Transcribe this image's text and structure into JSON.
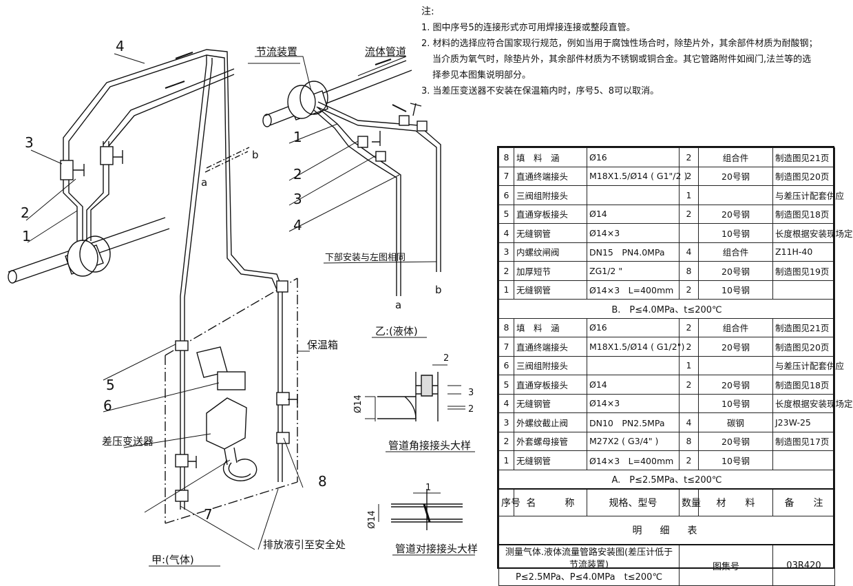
{
  "notes": {
    "title": "注:",
    "items": [
      "1. 图中序号5的连接形式亦可用焊接连接或整段直管。",
      "2. 材料的选择应符合国家现行规范，例如当用于腐蚀性场合时，除垫片外，其余部件材质为耐酸钢；",
      "当介质为氧气时，除垫片外，其余部件材质为不锈钢或铜合金。其它管路附件如阀门,法兰等的选",
      "择参见本图集说明部分。",
      "3. 当差压变送器不安装在保温箱内时，序号5、8可以取消。"
    ]
  },
  "diagram_labels": {
    "throttle_device": "节流装置",
    "fluid_pipe": "流体管道",
    "lower_install": "下部安装与左图相同",
    "liquid_caption": "乙:(液体)",
    "gas_caption": "甲:(气体)",
    "insulation_box": "保温箱",
    "dp_transmitter": "差压变送器",
    "drain_note": "排放液引至安全处",
    "corner_joint_title": "管道角接接头大样",
    "butt_joint_title": "管道对接接头大样",
    "a": "a",
    "b": "b",
    "dia14": "Ø14",
    "dim2": "2",
    "dim3": "3",
    "dim1": "1",
    "n1": "1",
    "n2": "2",
    "n3": "3",
    "n4": "4",
    "n5": "5",
    "n6": "6",
    "n7": "7",
    "n8": "8"
  },
  "bom": {
    "sectionB": [
      {
        "no": "8",
        "name": "填　料　涵",
        "spec": "Ø16",
        "qty": "2",
        "mat": "组合件",
        "note": "制造图见21页"
      },
      {
        "no": "7",
        "name": "直通终端接头",
        "spec": "M18X1.5/Ø14 ( G1\"/2 )",
        "qty": "2",
        "mat": "20号钢",
        "note": "制造图见20页"
      },
      {
        "no": "6",
        "name": "三阀组附接头",
        "spec": "",
        "qty": "1",
        "mat": "",
        "note": "与差压计配套供应"
      },
      {
        "no": "5",
        "name": "直通穿板接头",
        "spec": "Ø14",
        "qty": "2",
        "mat": "20号钢",
        "note": "制造图见18页"
      },
      {
        "no": "4",
        "name": "无缝钢管",
        "spec": "Ø14×3",
        "qty": "",
        "mat": "10号钢",
        "note": "长度根据安装现场定"
      },
      {
        "no": "3",
        "name": "内螺纹闸阀",
        "spec": "DN15　PN4.0MPa",
        "qty": "4",
        "mat": "组合件",
        "note": "Z11H-40"
      },
      {
        "no": "2",
        "name": "加厚短节",
        "spec": "ZG1/2 \"",
        "qty": "8",
        "mat": "20号钢",
        "note": "制造图见19页"
      },
      {
        "no": "1",
        "name": "无缝钢管",
        "spec": "Ø14×3　L=400mm",
        "qty": "2",
        "mat": "10号钢",
        "note": ""
      }
    ],
    "sectionB_title": "B.　P≤4.0MPa、t≤200℃",
    "sectionA": [
      {
        "no": "8",
        "name": "填　料　涵",
        "spec": "Ø16",
        "qty": "2",
        "mat": "组合件",
        "note": "制造图见21页"
      },
      {
        "no": "7",
        "name": "直通终端接头",
        "spec": "M18X1.5/Ø14 ( G1/2\")",
        "qty": "2",
        "mat": "20号钢",
        "note": "制造图见20页"
      },
      {
        "no": "6",
        "name": "三阀组附接头",
        "spec": "",
        "qty": "1",
        "mat": "",
        "note": "与差压计配套供应"
      },
      {
        "no": "5",
        "name": "直通穿板接头",
        "spec": "Ø14",
        "qty": "2",
        "mat": "20号钢",
        "note": "制造图见18页"
      },
      {
        "no": "4",
        "name": "无缝钢管",
        "spec": "Ø14×3",
        "qty": "",
        "mat": "10号钢",
        "note": "长度根据安装现场定"
      },
      {
        "no": "3",
        "name": "外螺纹截止阀",
        "spec": "DN10　PN2.5MPa",
        "qty": "4",
        "mat": "碳钢",
        "note": "J23W-25"
      },
      {
        "no": "2",
        "name": "外套螺母接管",
        "spec": "M27X2 ( G3/4\" )",
        "qty": "8",
        "mat": "20号钢",
        "note": "制造图见17页"
      },
      {
        "no": "1",
        "name": "无缝钢管",
        "spec": "Ø14×3　L=400mm",
        "qty": "2",
        "mat": "10号钢",
        "note": ""
      }
    ],
    "sectionA_title": "A.　P≤2.5MPa、t≤200℃",
    "header": {
      "no": "序号",
      "name": "名　　　称",
      "spec": "规格、型号",
      "qty": "数量",
      "mat": "材　　料",
      "note": "备　　注"
    },
    "table_title": "明　细　表",
    "footer": {
      "title_line1": "测量气体.液体流量管路安装图(差压计低于节流装置)",
      "title_line2": "P≤2.5MPa、P≤4.0MPa　t≤200℃",
      "atlas_label": "图集号",
      "atlas_no": "03R420"
    }
  }
}
